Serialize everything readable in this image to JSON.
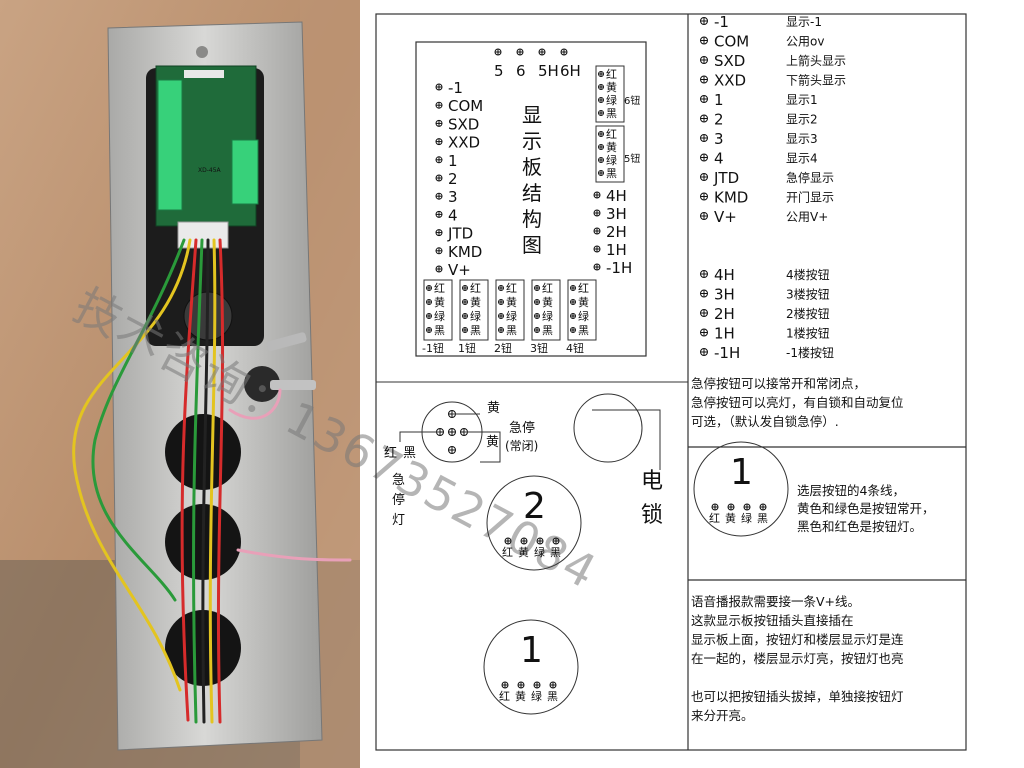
{
  "watermark": "技术咨询：13673527084",
  "photo": {
    "pcb_label": "XD-45A"
  },
  "diagram": {
    "top_pins": [
      "5",
      "6",
      "5H",
      "6H"
    ],
    "left_pins": [
      "-1",
      "COM",
      "SXD",
      "XXD",
      "1",
      "2",
      "3",
      "4",
      "JTD",
      "KMD",
      "V+"
    ],
    "title_chars": [
      "显",
      "示",
      "板",
      "结",
      "构",
      "图"
    ],
    "right_pins": [
      "4H",
      "3H",
      "2H",
      "1H",
      "-1H"
    ],
    "wire_colors": [
      "红",
      "黄",
      "绿",
      "黑"
    ],
    "btn6_label": "6钮",
    "btn5_label": "5钮",
    "bottom_groups": [
      "-1钮",
      "1钮",
      "2钮",
      "3钮",
      "4钮"
    ],
    "legend": [
      {
        "pin": "-1",
        "desc": "显示-1"
      },
      {
        "pin": "COM",
        "desc": "公用ov"
      },
      {
        "pin": "SXD",
        "desc": "上箭头显示"
      },
      {
        "pin": "XXD",
        "desc": "下箭头显示"
      },
      {
        "pin": "1",
        "desc": "显示1"
      },
      {
        "pin": "2",
        "desc": "显示2"
      },
      {
        "pin": "3",
        "desc": "显示3"
      },
      {
        "pin": "4",
        "desc": "显示4"
      },
      {
        "pin": "JTD",
        "desc": "急停显示"
      },
      {
        "pin": "KMD",
        "desc": "开门显示"
      },
      {
        "pin": "V+",
        "desc": "公用V+"
      }
    ],
    "legend_h": [
      {
        "pin": "4H",
        "desc": "4楼按钮"
      },
      {
        "pin": "3H",
        "desc": "3楼按钮"
      },
      {
        "pin": "2H",
        "desc": "2楼按钮"
      },
      {
        "pin": "1H",
        "desc": "1楼按钮"
      },
      {
        "pin": "-1H",
        "desc": "-1楼按钮"
      }
    ],
    "estop_note": [
      "急停按钮可以接常开和常闭点，",
      "急停按钮可以亮灯，有自锁和自动复位",
      "可选，（默认发自锁急停）."
    ],
    "estop": {
      "yellow": "黄",
      "yellow2": "黄",
      "name": "急停",
      "nc": "(常闭)",
      "red": "红",
      "black": "黑",
      "lamp": [
        "急",
        "停",
        "灯"
      ],
      "lock": [
        "电",
        "锁"
      ]
    },
    "btn_numbers": [
      "2",
      "1",
      "1"
    ],
    "btn_note": [
      "选层按钮的4条线，",
      "黄色和绿色是按钮常开，",
      "黑色和红色是按钮灯。"
    ],
    "voice_note": [
      "语音播报款需要接一条V+线。",
      "这款显示板按钮插头直接插在",
      "显示板上面，按钮灯和楼层显示灯是连",
      "在一起的，楼层显示灯亮，按钮灯也亮",
      "",
      "也可以把按钮插头拔掉，单独接按钮灯",
      "来分开亮。"
    ]
  }
}
